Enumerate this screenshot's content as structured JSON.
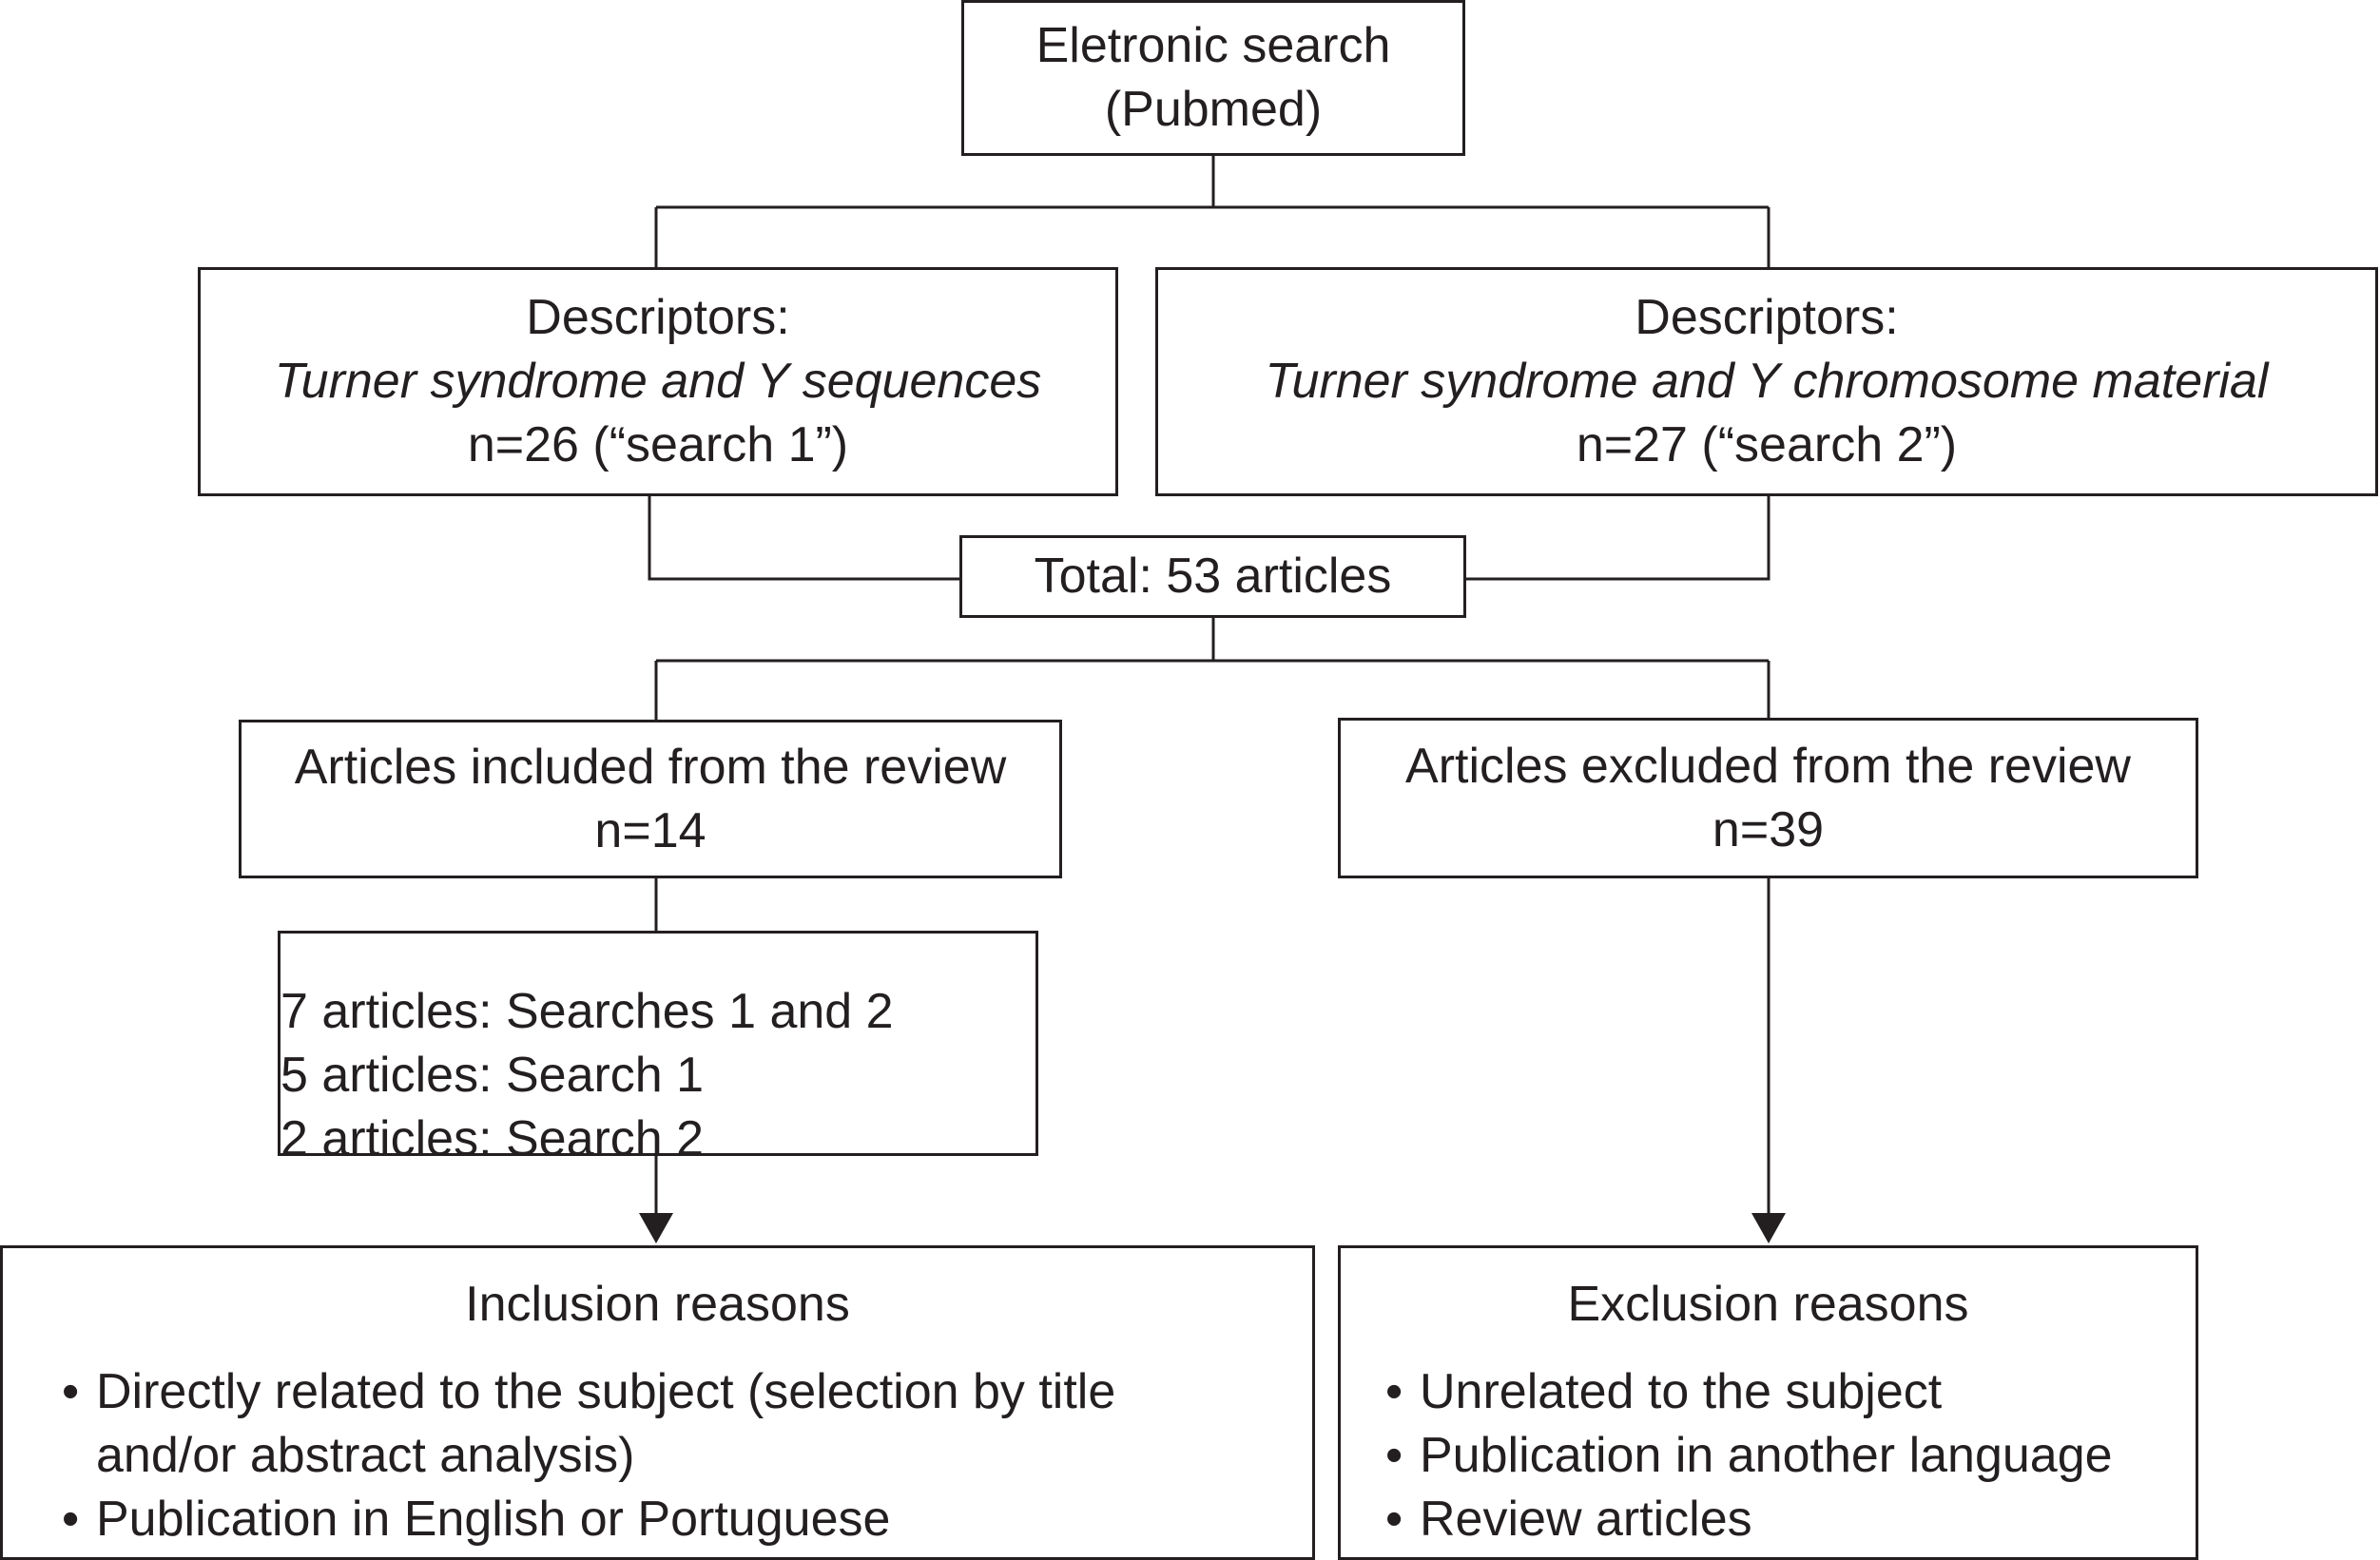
{
  "nodes": {
    "search": {
      "line1": "Eletronic search",
      "line2": "(Pubmed)"
    },
    "descriptors_1": {
      "label": "Descriptors:",
      "terms": "Turner syndrome and Y sequences",
      "count": "n=26 (“search 1”)"
    },
    "descriptors_2": {
      "label": "Descriptors:",
      "terms": "Turner syndrome and Y chromosome material",
      "count": "n=27 (“search 2”)"
    },
    "total": {
      "text": "Total: 53 articles"
    },
    "included": {
      "label": "Articles included from the review",
      "count": "n=14"
    },
    "excluded": {
      "label": "Articles excluded from the review",
      "count": "n=39"
    },
    "breakdown": {
      "lines": [
        "7 articles: Searches 1 and 2",
        "5 articles: Search 1",
        "2 articles: Search 2"
      ]
    },
    "inclusion_reasons": {
      "title": "Inclusion reasons",
      "items": [
        "Directly related to the subject (selection by title and/or abstract analysis)",
        "Publication in English or Portuguese"
      ]
    },
    "exclusion_reasons": {
      "title": "Exclusion reasons",
      "items": [
        "Unrelated to the subject",
        "Publication in another language",
        "Review articles"
      ]
    }
  }
}
